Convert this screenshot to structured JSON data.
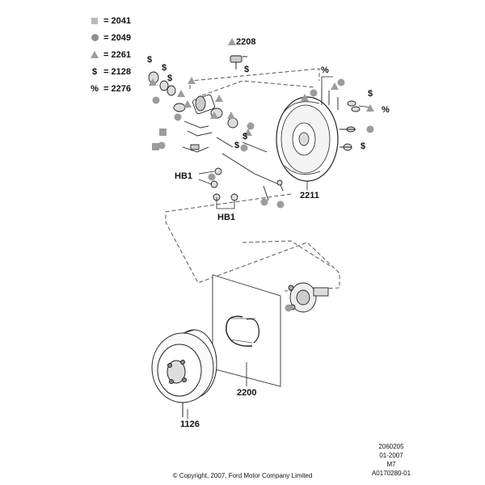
{
  "legend": [
    {
      "symbol": "square",
      "value": "2041"
    },
    {
      "symbol": "circle",
      "value": "2049"
    },
    {
      "symbol": "triangle",
      "value": "2261"
    },
    {
      "symbol": "$",
      "value": "2128"
    },
    {
      "symbol": "%",
      "value": "2276"
    }
  ],
  "callouts": {
    "p2208": "2208",
    "p2211": "2211",
    "hb1_left": "HB1",
    "hb1_bottom": "HB1",
    "p2200": "2200",
    "p1126": "1126"
  },
  "glyphs": {
    "dollar": "$",
    "percent": "%"
  },
  "meta": {
    "line1": "2060205",
    "line2": "01-2007",
    "line3": "M7",
    "line4": "A0170280-01"
  },
  "copyright": "© Copyright, 2007, Ford Motor Company Limited",
  "colors": {
    "part_grey": "#9c9c9c",
    "line": "#222222"
  }
}
